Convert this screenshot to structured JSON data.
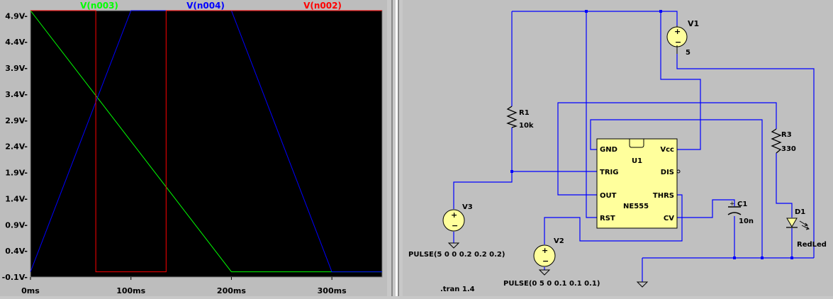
{
  "waveform_viewer": {
    "traces": [
      {
        "name": "V(n003)",
        "color": "#00ff00"
      },
      {
        "name": "V(n004)",
        "color": "#0000ff"
      },
      {
        "name": "V(n002)",
        "color": "#ff0000"
      }
    ],
    "y_ticks": [
      "4.9V-",
      "4.4V-",
      "3.9V-",
      "3.4V-",
      "2.9V-",
      "2.4V-",
      "1.9V-",
      "1.4V-",
      "0.9V-",
      "0.4V-",
      "-0.1V-"
    ],
    "x_ticks": [
      "0ms",
      "100ms",
      "200ms",
      "300ms"
    ]
  },
  "chart_data": {
    "type": "line",
    "title": "",
    "xlabel": "",
    "ylabel": "",
    "x_unit": "ms",
    "y_unit": "V",
    "xlim": [
      0,
      350
    ],
    "ylim": [
      -0.1,
      5.0
    ],
    "x_ticks": [
      0,
      100,
      200,
      300
    ],
    "y_ticks": [
      4.9,
      4.4,
      3.9,
      3.4,
      2.9,
      2.4,
      1.9,
      1.4,
      0.9,
      0.4,
      -0.1
    ],
    "grid": false,
    "legend": "top",
    "series": [
      {
        "name": "V(n003)",
        "color": "#00ff00",
        "points": [
          [
            0,
            5.0
          ],
          [
            200,
            0.0
          ],
          [
            350,
            0.0
          ]
        ]
      },
      {
        "name": "V(n004)",
        "color": "#0000ff",
        "points": [
          [
            0,
            0.0
          ],
          [
            100,
            5.0
          ],
          [
            200,
            5.0
          ],
          [
            300,
            0.0
          ],
          [
            350,
            0.0
          ]
        ]
      },
      {
        "name": "V(n002)",
        "color": "#ff0000",
        "points": [
          [
            0,
            5.0
          ],
          [
            65,
            5.0
          ],
          [
            65,
            0.0
          ],
          [
            135,
            0.0
          ],
          [
            135,
            5.0
          ],
          [
            350,
            5.0
          ]
        ]
      }
    ]
  },
  "schematic": {
    "U1": {
      "ref": "U1",
      "part": "NE555",
      "pins": {
        "gnd": "GND",
        "vcc": "Vcc",
        "trig": "TRIG",
        "dis": "DIS",
        "out": "OUT",
        "thrs": "THRS",
        "rst": "RST",
        "cv": "CV"
      }
    },
    "V1": {
      "ref": "V1",
      "value": "5"
    },
    "R1": {
      "ref": "R1",
      "value": "10k"
    },
    "R3": {
      "ref": "R3",
      "value": "330"
    },
    "C1": {
      "ref": "C1",
      "value": "10n"
    },
    "D1": {
      "ref": "D1",
      "value": "RedLed"
    },
    "V3": {
      "ref": "V3",
      "value": "PULSE(5 0 0 0.2 0.2 0.2)"
    },
    "V2": {
      "ref": "V2",
      "value": "PULSE(0 5 0 0.1 0.1 0.1)"
    },
    "directive": ".tran 1.4"
  }
}
